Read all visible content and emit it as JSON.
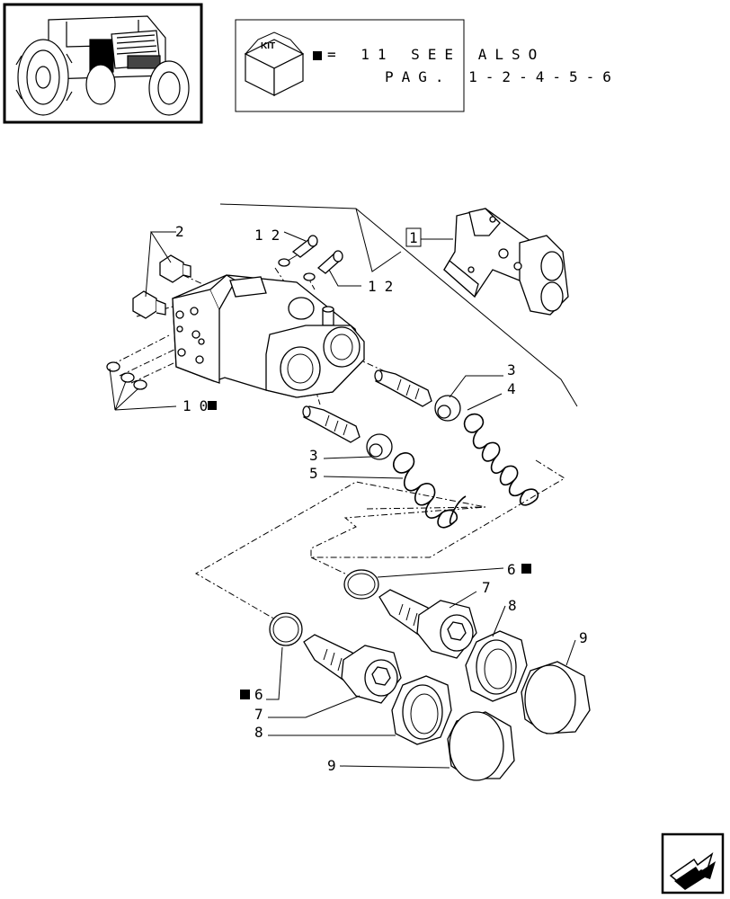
{
  "kit_box": {
    "badge_text": "KIT",
    "note_line1": "= 11 SEE ALSO",
    "note_line2": "PAG. 1-2-4-5-6"
  },
  "callouts": {
    "c1": "1",
    "c2": "2",
    "c3a": "3",
    "c3b": "3",
    "c4": "4",
    "c5": "5",
    "c6a": "6",
    "c6b": "6",
    "c7a": "7",
    "c7b": "7",
    "c8a": "8",
    "c8b": "8",
    "c9a": "9",
    "c9b": "9",
    "c10": "10",
    "c12a": "12",
    "c12b": "12"
  },
  "icons": {
    "thumbnail": "tractor-thumbnail-icon",
    "kit": "kit-cube-icon",
    "marker": "black-square-marker-icon",
    "nav": "next-page-arrow-icon"
  }
}
